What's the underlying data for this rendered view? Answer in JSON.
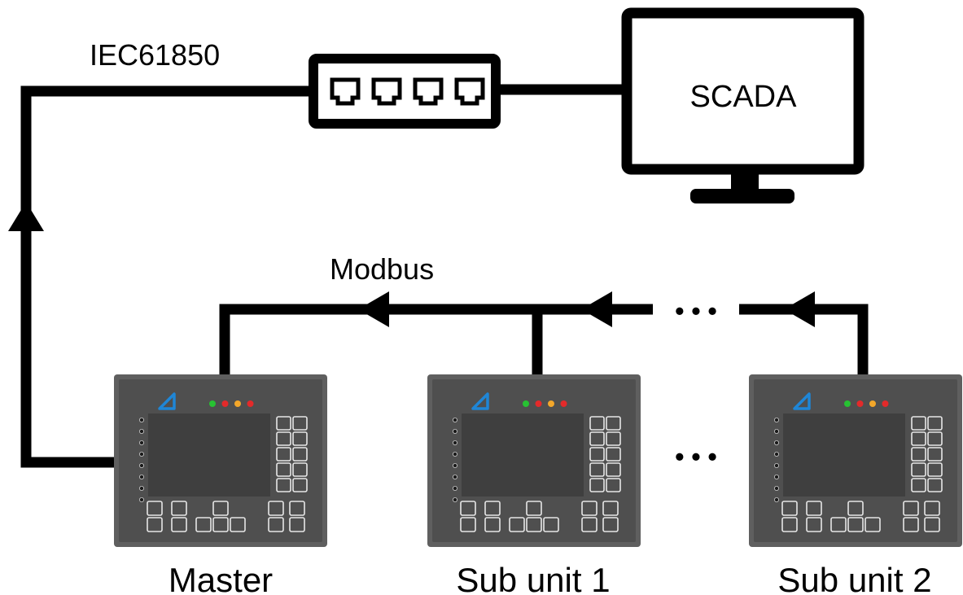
{
  "protocols": {
    "upper": "IEC61850",
    "lower": "Modbus"
  },
  "scada": {
    "label": "SCADA"
  },
  "switch": {
    "port_count": 4
  },
  "units": [
    {
      "id": "master",
      "label": "Master"
    },
    {
      "id": "sub1",
      "label": "Sub unit 1"
    },
    {
      "id": "sub2",
      "label": "Sub unit 2"
    }
  ],
  "ellipsis": {
    "bus": "• • •",
    "units": "• • •"
  },
  "device": {
    "panel_color": "#5f5f5f",
    "body_color": "#4f4f4f",
    "screen_color": "#3f3f3f",
    "logo_color": "#1f86d6",
    "leds": [
      "#27c232",
      "#e32a2a",
      "#f3a72a",
      "#e32a2a"
    ]
  }
}
